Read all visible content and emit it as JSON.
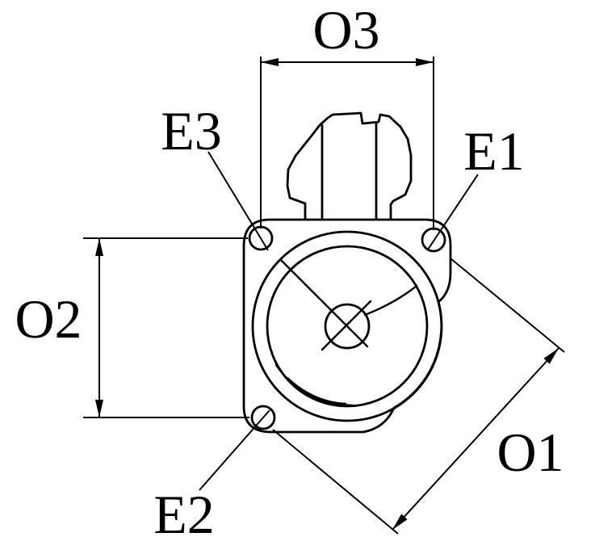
{
  "labels": {
    "o1": "O1",
    "o2": "O2",
    "o3": "O3",
    "e1": "E1",
    "e2": "E2",
    "e3": "E3"
  },
  "colors": {
    "line": "#000000",
    "background": "#ffffff"
  }
}
